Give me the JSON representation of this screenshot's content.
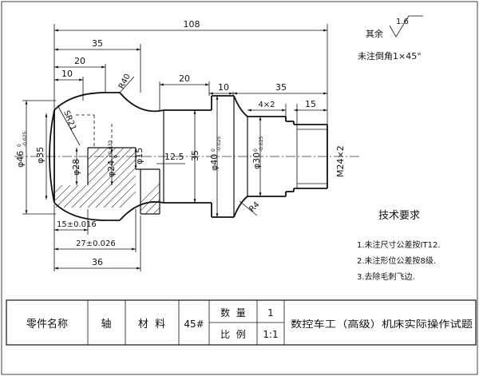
{
  "roughness": {
    "prefix": "其余",
    "value": "1.6"
  },
  "chamfer_note": "未注倒角1×45°",
  "dimensions": {
    "overall_length": "108",
    "len_35_left": "35",
    "len_20_left": "20",
    "len_10_left": "10",
    "radius_40": "R40",
    "len_20_mid": "20",
    "len_10_right": "10",
    "len_35_right": "35",
    "groove_4x2": "4×2",
    "len_15_right": "15",
    "sphere_sr": "SR21",
    "dia_46": "φ46",
    "dia_46_tol": "0\n-0.025",
    "dia_35": "φ35",
    "dia_28": "φ28",
    "dia_24": "φ24",
    "dia_24_tol": "+0.033\n0",
    "dia_15": "φ15",
    "len_12_5": "12.5",
    "dia_35_neck": "35",
    "dia_40": "φ40",
    "dia_40_tol": "0\n-0.025",
    "dia_30": "φ30",
    "dia_30_tol": "0\n-0.025",
    "thread": "M24×2",
    "radius_4": "R4",
    "len_15_tol": "15±0.016",
    "len_27_tol": "27±0.026",
    "len_36": "36"
  },
  "tech_requirements": {
    "title": "技术要求",
    "items": [
      "1.未注尺寸公差按IT12.",
      "2.未注形位公差按8级.",
      "3.去除毛刺飞边."
    ]
  },
  "title_block": {
    "part_name_label": "零件名称",
    "part_name_value": "轴",
    "material_label": "材  料",
    "material_value": "45#",
    "quantity_label": "数  量",
    "quantity_value": "1",
    "scale_label": "比  例",
    "scale_value": "1:1",
    "exam_title": "数控车工（高级）机床实际操作试题"
  }
}
